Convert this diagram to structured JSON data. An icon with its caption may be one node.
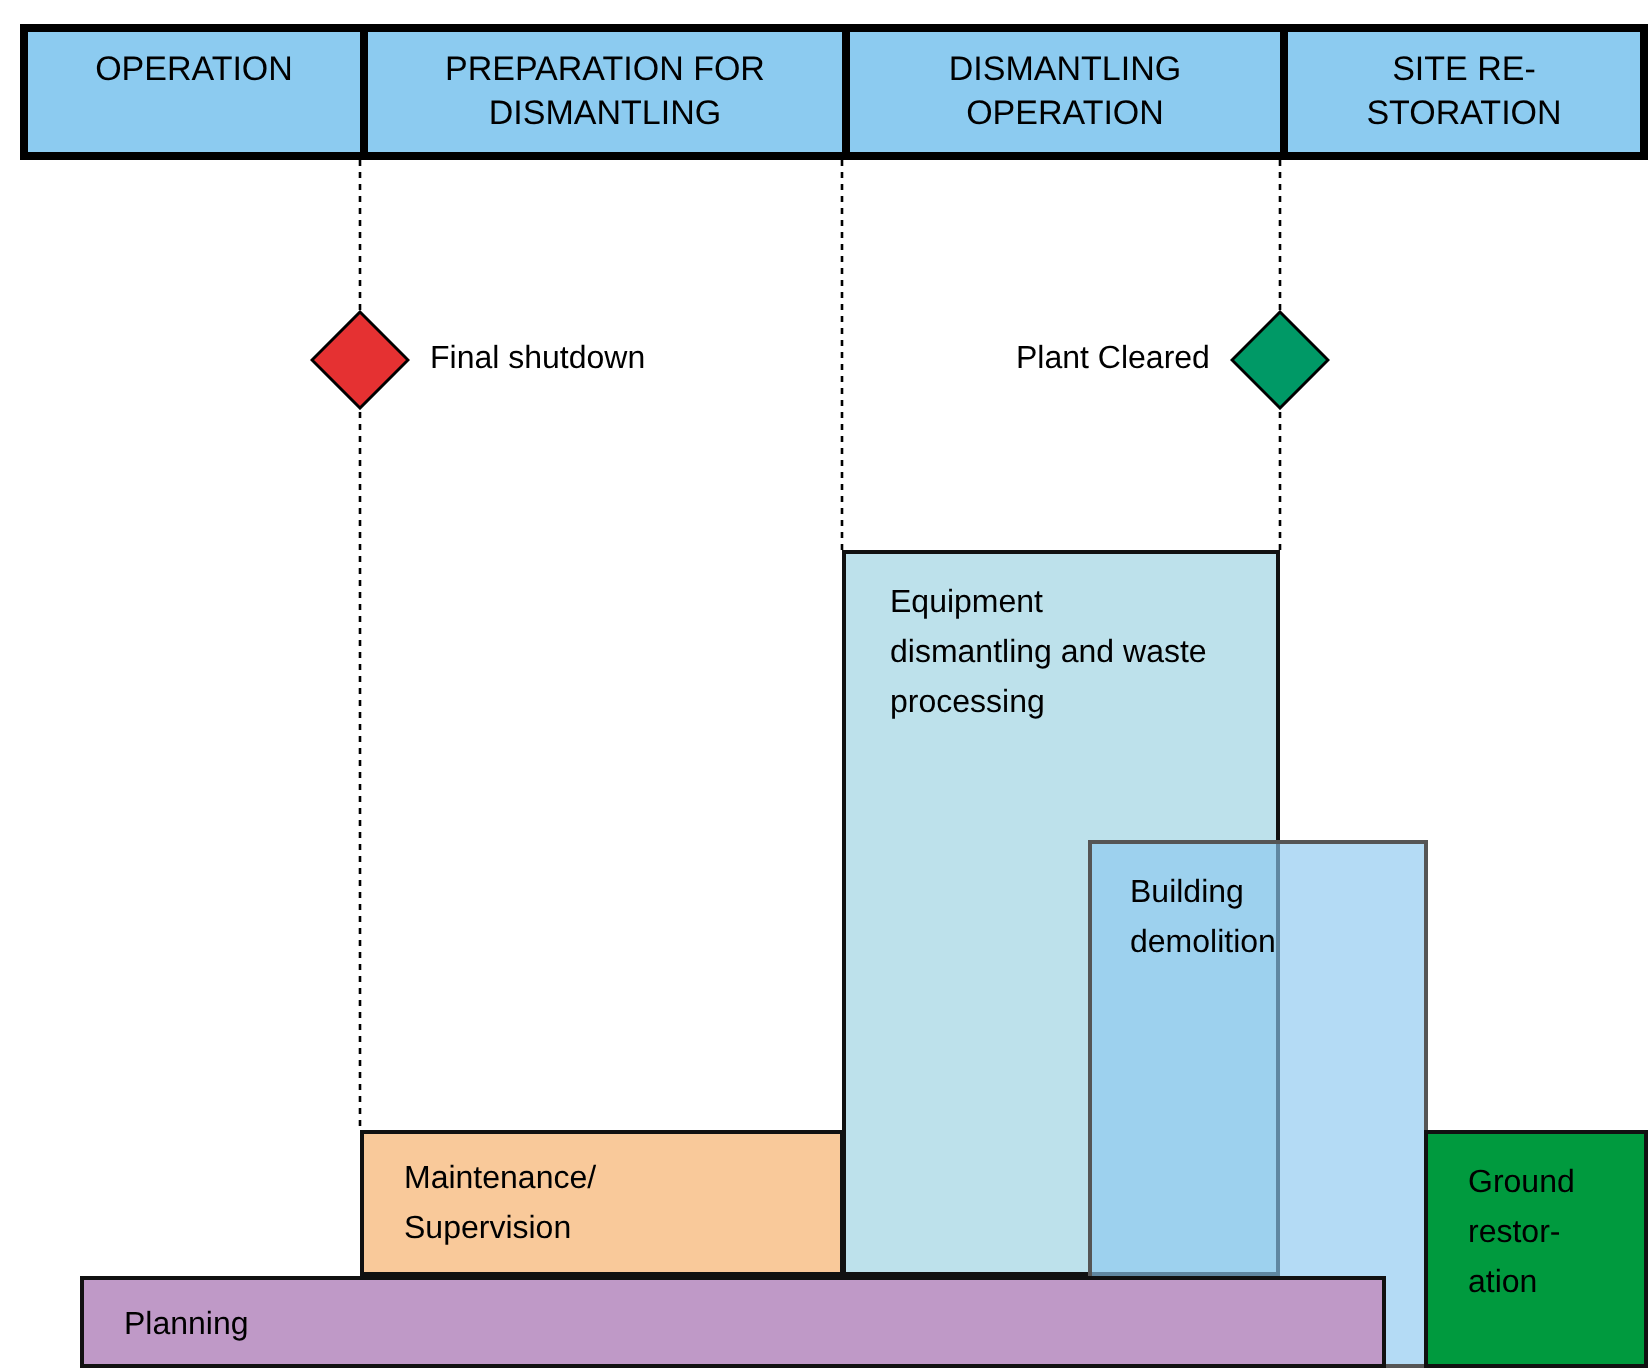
{
  "diagram": {
    "nodes": [
      {
        "text": [
          "OPERATION"
        ]
      },
      {
        "text": [
          "PREPARATION FOR DISMANTLING"
        ]
      },
      {
        "text": [
          "DISMANTLING OPERATION"
        ]
      },
      {
        "text": [
          "SITE RE- STORATION"
        ]
      },
      {
        "text": [],
        "shape": "diamond",
        "beside": [
          "Final shutdown"
        ]
      },
      {
        "text": [],
        "shape": "diamond",
        "beside": [
          "Plant Cleared"
        ]
      },
      {
        "text": [
          "Equipment dismantling and waste processing"
        ]
      },
      {
        "text": [
          "Building demolition"
        ]
      },
      {
        "text": [
          "Maintenance/ Supervision"
        ]
      },
      {
        "text": [
          "Ground restor- ation"
        ]
      },
      {
        "text": [
          "Planning"
        ]
      }
    ]
  }
}
